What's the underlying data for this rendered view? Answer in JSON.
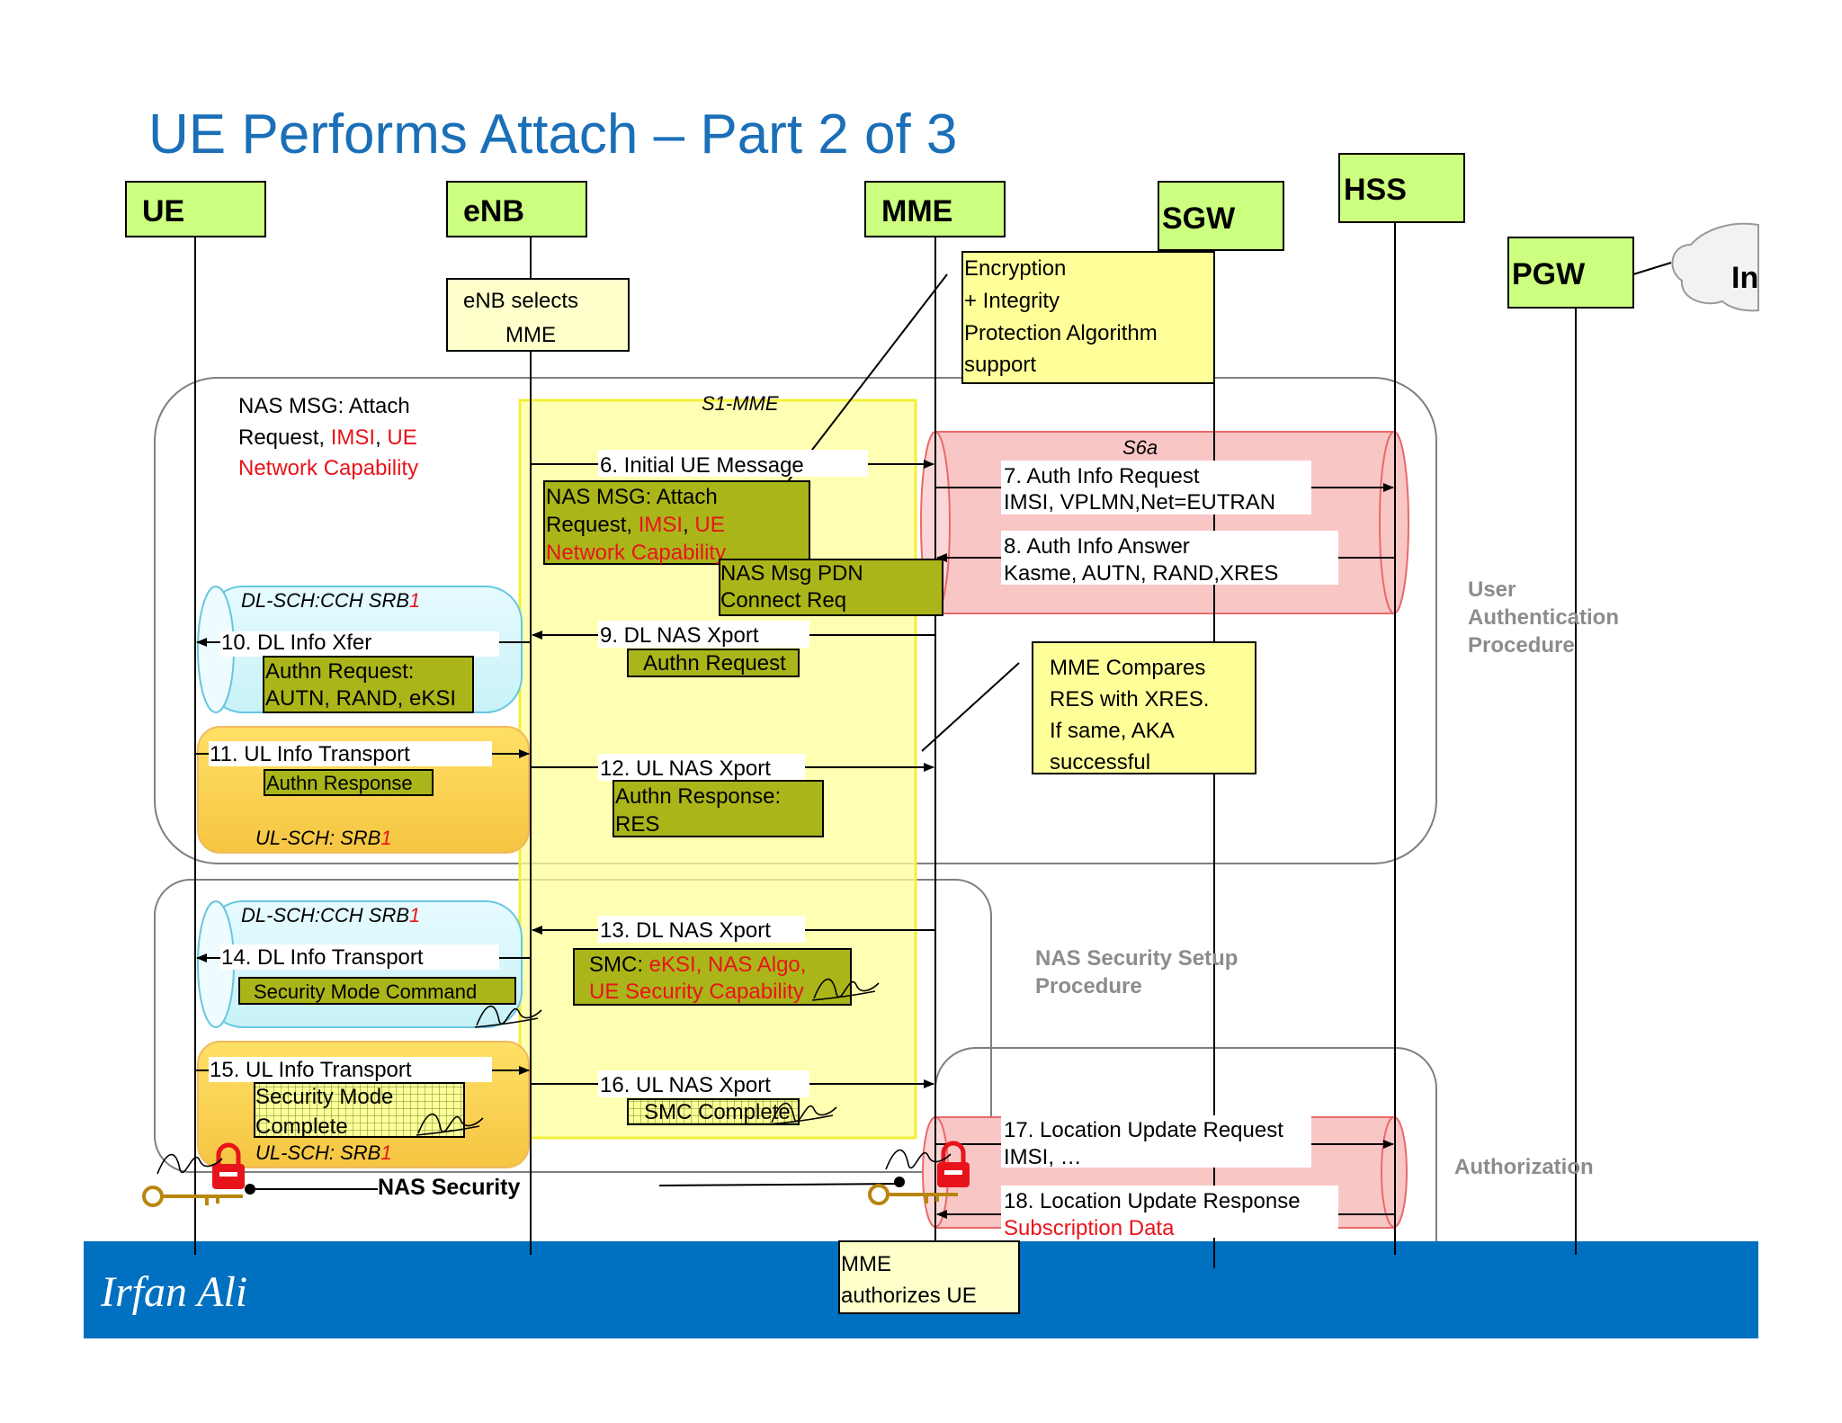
{
  "title": "UE Performs Attach – Part 2 of 3",
  "footer": {
    "author": "Irfan Ali"
  },
  "colors": {
    "title": "#1a6fb8",
    "entity_fill": "#ccff80",
    "note_fill": "#ffff99",
    "olive": "#aab51a",
    "band": "#0070c0",
    "red_text": "#e8141b",
    "pink": "#f9c6c6",
    "yellow_zone": "#ffff99",
    "gray_text": "#8c8c8c"
  },
  "entities": {
    "ue": "UE",
    "enb": "eNB",
    "mme": "MME",
    "sgw": "SGW",
    "hss": "HSS",
    "pgw": "PGW",
    "internet_partial": "In"
  },
  "notes": {
    "enb_selects_1": "eNB selects",
    "enb_selects_2": "MME",
    "enc_1": "Encryption",
    "enc_2": "+ Integrity",
    "enc_3": "Protection Algorithm",
    "enc_4": "support",
    "cmp_1": "MME Compares",
    "cmp_2": "RES with XRES.",
    "cmp_3": "If same, AKA",
    "cmp_4": "successful",
    "auth_1": "MME",
    "auth_2": "authorizes UE"
  },
  "nas_attach": {
    "l1": "NAS MSG: Attach",
    "l2a": "Request, ",
    "l2b": "IMSI",
    "l2c": ", ",
    "l2d": "UE",
    "l3": "Network Capability"
  },
  "labels": {
    "s1mme": "S1-MME",
    "s6a": "S6a",
    "dlsch_a": "DL-SCH:CCH SRB",
    "dlsch_a_num": "1",
    "dlsch_b": "DL-SCH:CCH SRB",
    "dlsch_b_num": "1",
    "ulsch_a": "UL-SCH: SRB",
    "ulsch_a_num": "1",
    "ulsch_b": "UL-SCH: SRB",
    "ulsch_b_num": "1",
    "nas_security": "NAS Security"
  },
  "messages": {
    "m6": "6. Initial UE Message",
    "m6_box_1": "NAS MSG: Attach",
    "m6_box_2a": "Request, ",
    "m6_box_2b": "IMSI",
    "m6_box_2c": ", ",
    "m6_box_2d": "UE",
    "m6_box_3": "Network Capability",
    "pdn_1": "NAS Msg PDN",
    "pdn_2": "Connect Req",
    "m7_1": "7. Auth Info Request",
    "m7_2": "IMSI, VPLMN,Net=EUTRAN",
    "m8_1": "8. Auth Info Answer",
    "m8_2": "Kasme, AUTN,  RAND,XRES",
    "m9": "9. DL NAS Xport",
    "m9_box": "Authn Request",
    "m10": "10. DL Info Xfer",
    "m10_box_1": "Authn Request:",
    "m10_box_2": "AUTN, RAND, eKSI",
    "m11": "11. UL Info Transport",
    "m11_box": "Authn Response",
    "m12": "12. UL NAS Xport",
    "m12_box_1": "Authn Response:",
    "m12_box_2": "RES",
    "m13": "13. DL NAS Xport",
    "m13_box_1a": "SMC: ",
    "m13_box_1b": "eKSI, NAS Algo,",
    "m13_box_2": "UE Security Capability",
    "m14": "14. DL Info Transport",
    "m14_box": "Security Mode Command",
    "m15": "15. UL Info Transport",
    "m15_box_1": "Security Mode",
    "m15_box_2": "Complete",
    "m16": "16. UL NAS Xport",
    "m16_box": "SMC Complete",
    "m17_1": "17. Location Update Request",
    "m17_2": "IMSI, …",
    "m18_1": "18. Location Update Response",
    "m18_2": "Subscription Data"
  },
  "procedures": {
    "user_auth_1": "User",
    "user_auth_2": "Authentication",
    "user_auth_3": "Procedure",
    "nas_sec_1": "NAS Security Setup",
    "nas_sec_2": "Procedure",
    "authorization": "Authorization"
  }
}
